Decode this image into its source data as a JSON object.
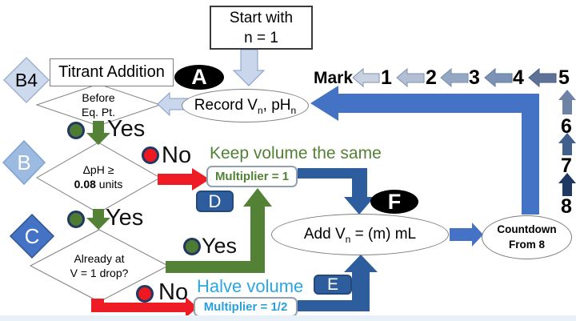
{
  "diagram": {
    "start": {
      "line1": "Start with",
      "line2": "n = 1"
    },
    "titrant_addition": "Titrant Addition",
    "before_eq": {
      "line1": "Before",
      "line2": "Eq. Pt."
    },
    "record": {
      "pre": "Record V",
      "sub1": "n",
      "mid": ", pH",
      "sub2": "n"
    },
    "delta_ph": {
      "line1": "ΔpH ≥",
      "line2_bold": "0.08",
      "line2_rest": " units"
    },
    "already": {
      "line1": "Already at",
      "line2": "V = 1 drop?"
    },
    "keep_volume": "Keep volume the same",
    "multiplier_one": "Multiplier = 1",
    "halve_volume": "Halve volume",
    "multiplier_half": "Multiplier = 1/2",
    "add_volume": {
      "pre": "Add V",
      "sub": "n",
      "post": " = (m) mL"
    },
    "countdown": {
      "line1": "Countdown",
      "line2": "From 8"
    },
    "mark": "Mark",
    "sequence": [
      "1",
      "2",
      "3",
      "4",
      "5",
      "6",
      "7",
      "8"
    ],
    "badges": {
      "a": "A",
      "b4": "B4",
      "b": "B",
      "c": "C",
      "d": "D",
      "e": "E",
      "f": "F"
    },
    "labels": {
      "yes": "Yes",
      "no": "No"
    },
    "colors": {
      "loop_blue": "#4472c4",
      "dark_blue": "#2e5d9e",
      "yes_green": "#538135",
      "no_red": "#ee1c24",
      "halve_cyan": "#29a0dd",
      "light_blue_arrow": "#c9d6ec",
      "black_node": "#000000",
      "mark_arrow_shades": [
        "#c9d2e1",
        "#b1bed3",
        "#95a8c2",
        "#7d93b5",
        "#5d7296"
      ],
      "countdown_arrow_shades": [
        "#6d82a5",
        "#42608e",
        "#1f3864"
      ]
    }
  }
}
